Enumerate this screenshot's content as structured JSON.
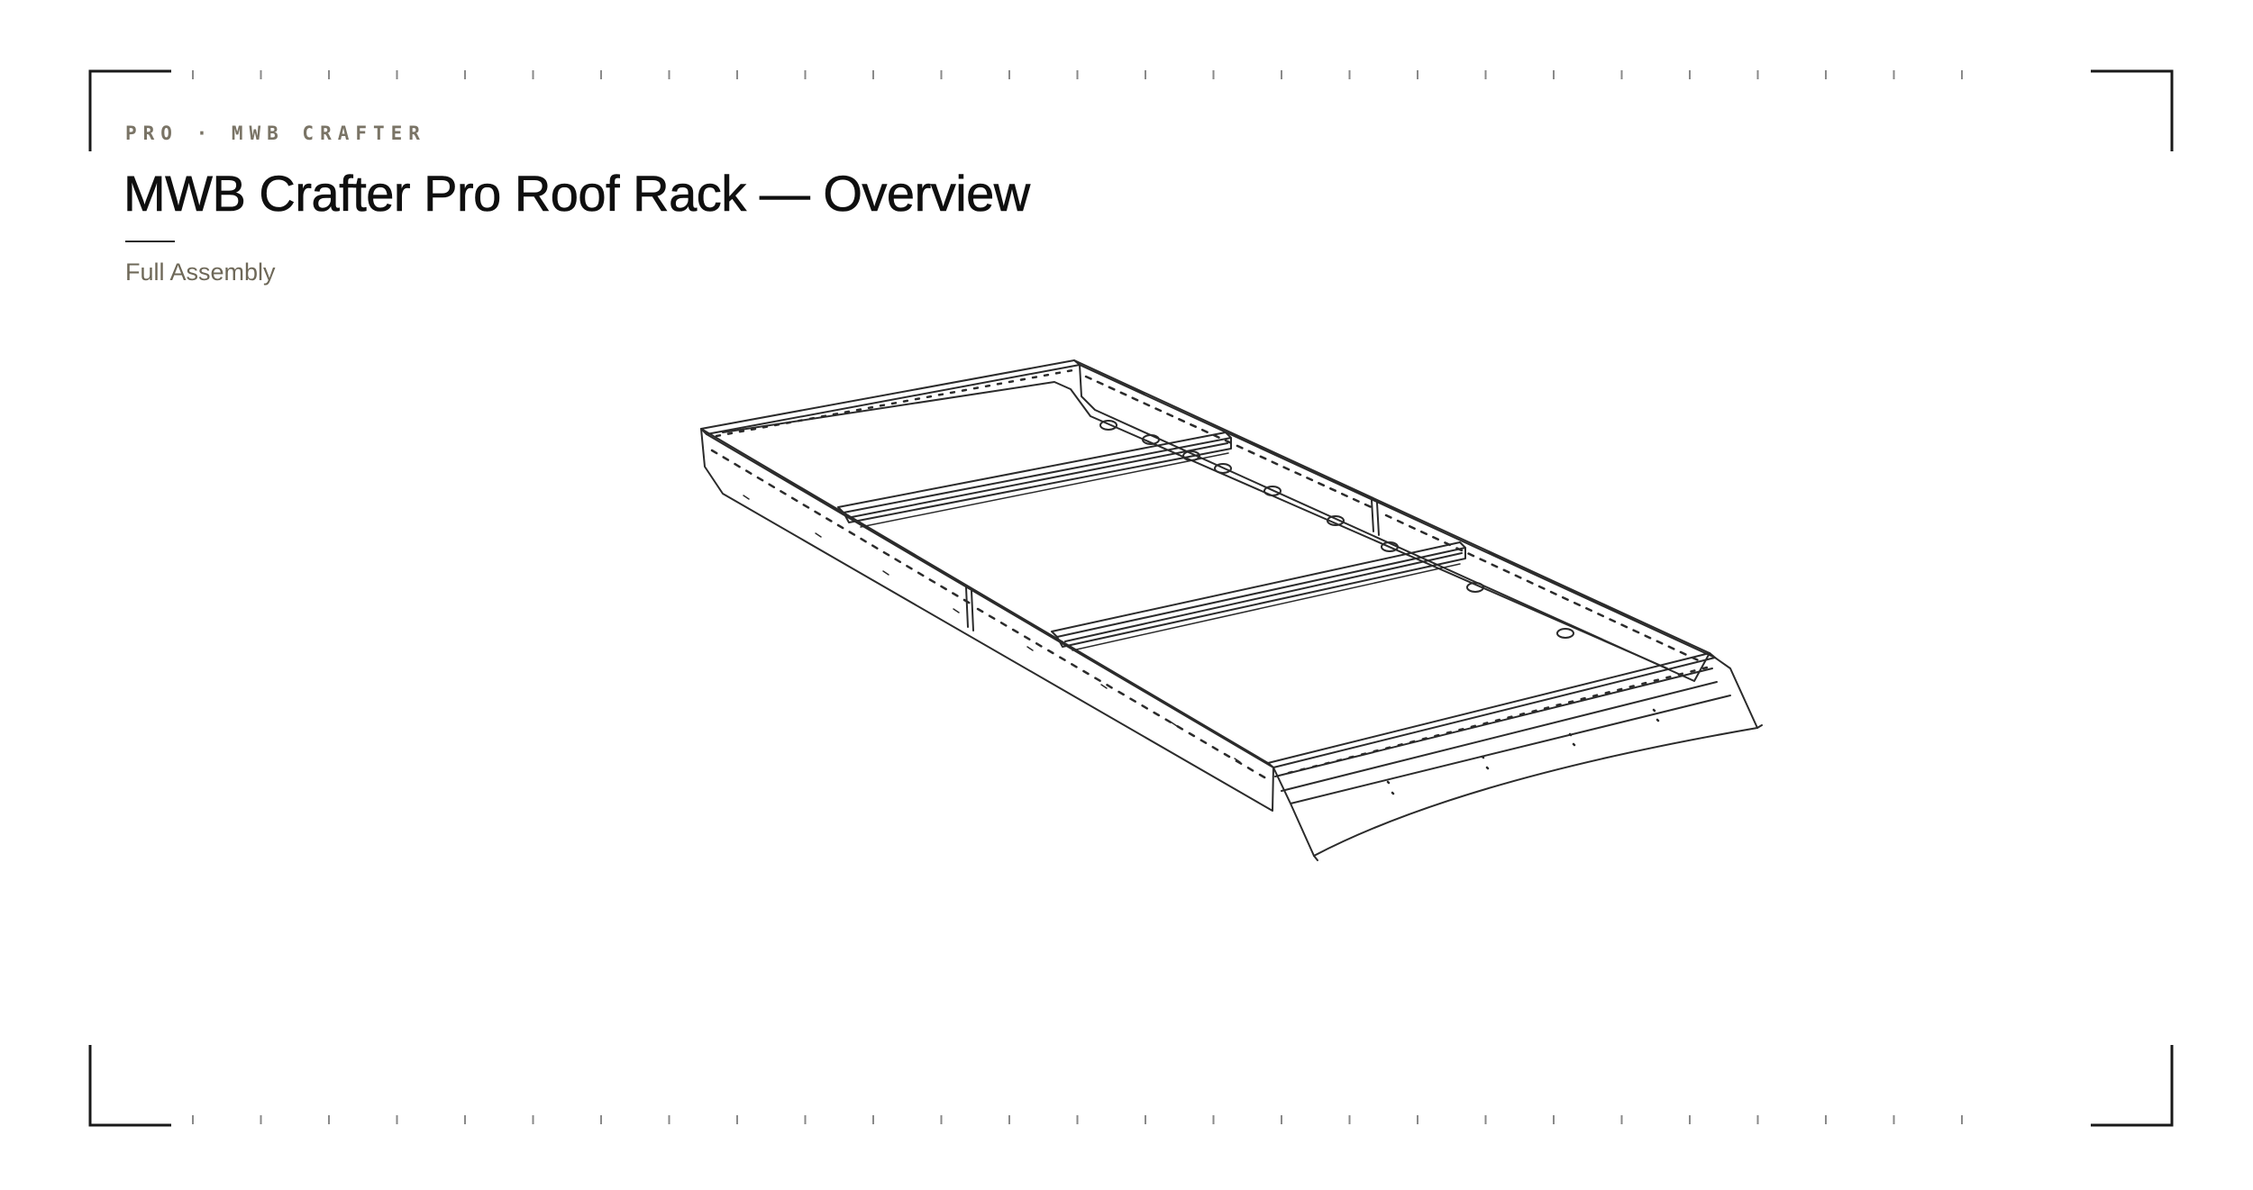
{
  "sheet": {
    "eyebrow": "PRO · MWB CRAFTER",
    "title": "MWB Crafter Pro Roof Rack — Overview",
    "subtitle": "Full Assembly"
  },
  "colors": {
    "ink": "#0f0f0f",
    "muted": "#7a7466",
    "frame": "#1a1a1a",
    "tick": "#8a8a8a",
    "line": "#2b2b2b"
  },
  "icons": [
    "corner-crop-mark-icon",
    "scale-tick-mark-icon"
  ]
}
